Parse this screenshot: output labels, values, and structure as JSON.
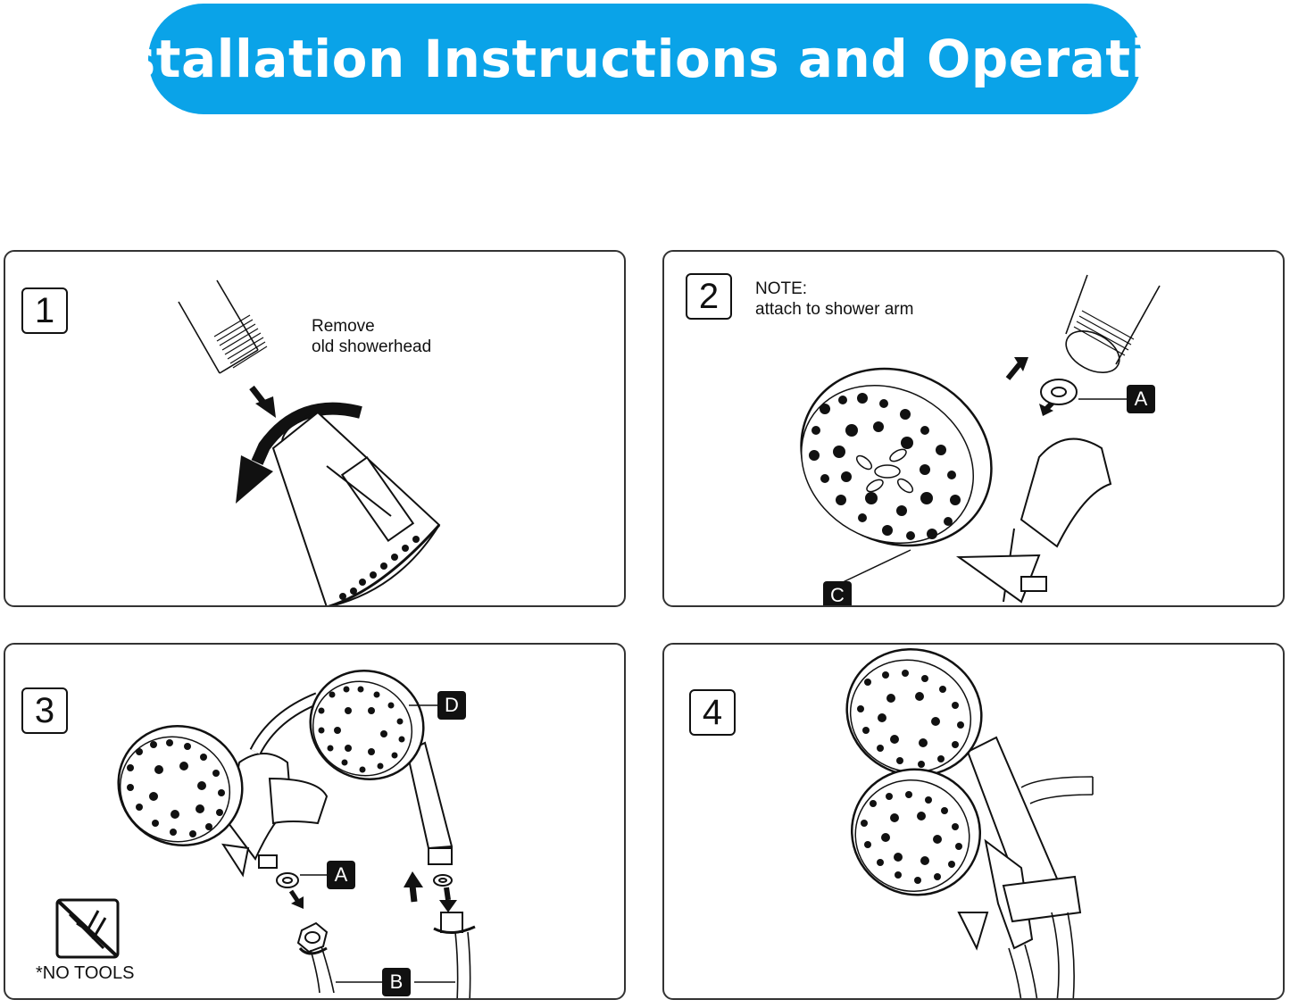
{
  "banner": {
    "title": "Installation Instructions and Operation"
  },
  "colors": {
    "banner_bg": "#0aa3e8",
    "banner_text": "#ffffff",
    "line": "#111111"
  },
  "steps": [
    {
      "number": "1",
      "note": {
        "line1": "Remove",
        "line2": "old showerhead"
      }
    },
    {
      "number": "2",
      "note": {
        "line1": "NOTE:",
        "line2": "attach to shower arm"
      },
      "labels": [
        "A",
        "C"
      ]
    },
    {
      "number": "3",
      "labels": [
        "D",
        "A",
        "B"
      ],
      "no_tools": "*NO TOOLS"
    },
    {
      "number": "4"
    }
  ],
  "icons": [
    "arrow-icon",
    "no-tools-icon",
    "showerhead-icon",
    "handheld-shower-icon",
    "washer-icon",
    "hose-icon"
  ]
}
